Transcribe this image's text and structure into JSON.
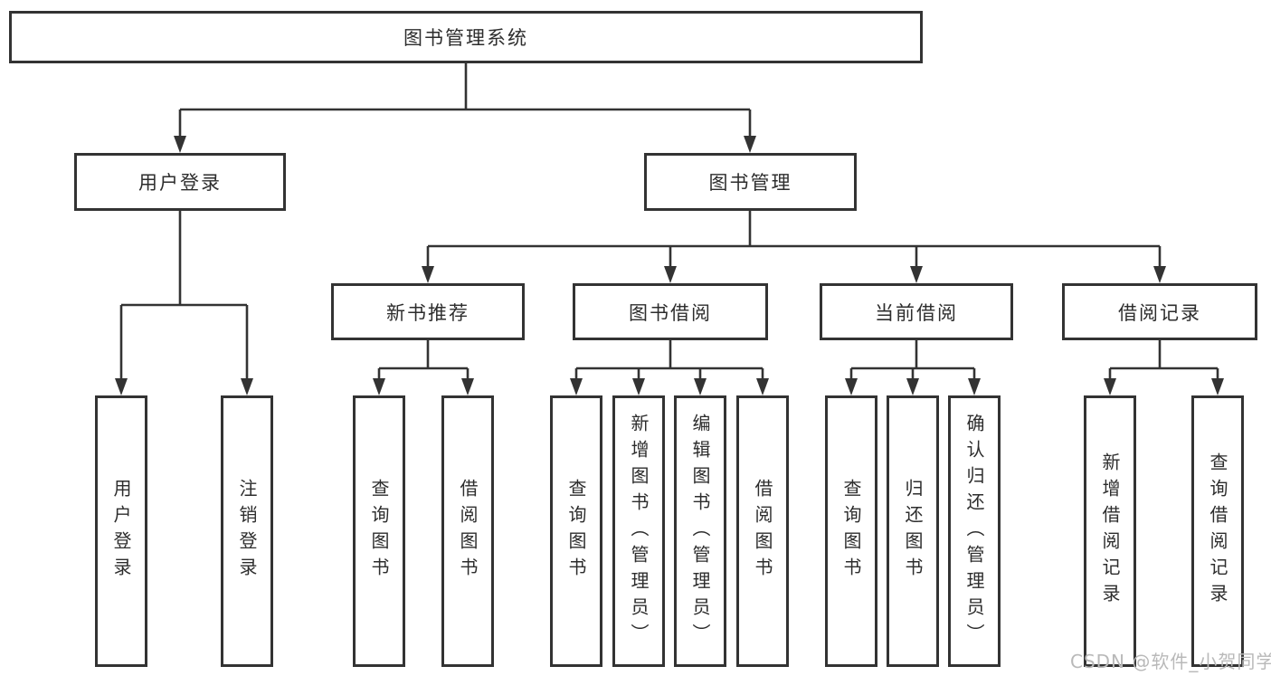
{
  "tree": {
    "label": "图书管理系统",
    "children": [
      {
        "label": "用户登录",
        "children": [
          {
            "label": "用户登录"
          },
          {
            "label": "注销登录"
          }
        ]
      },
      {
        "label": "图书管理",
        "children": [
          {
            "label": "新书推荐",
            "children": [
              {
                "label": "查询图书"
              },
              {
                "label": "借阅图书"
              }
            ]
          },
          {
            "label": "图书借阅",
            "children": [
              {
                "label": "查询图书"
              },
              {
                "label": "新增图书（管理员）"
              },
              {
                "label": "编辑图书（管理员）"
              },
              {
                "label": "借阅图书"
              }
            ]
          },
          {
            "label": "当前借阅",
            "children": [
              {
                "label": "查询图书"
              },
              {
                "label": "归还图书"
              },
              {
                "label": "确认归还（管理员）"
              }
            ]
          },
          {
            "label": "借阅记录",
            "children": [
              {
                "label": "新增借阅记录"
              },
              {
                "label": "查询借阅记录"
              }
            ]
          }
        ]
      }
    ]
  },
  "watermark": {
    "text": "CSDN @软件_小贺同学"
  },
  "colors": {
    "line": "#333333",
    "box_border": "#333333",
    "text": "#2d2d2d",
    "watermark": "#b9b9b9",
    "background": "#ffffff"
  }
}
